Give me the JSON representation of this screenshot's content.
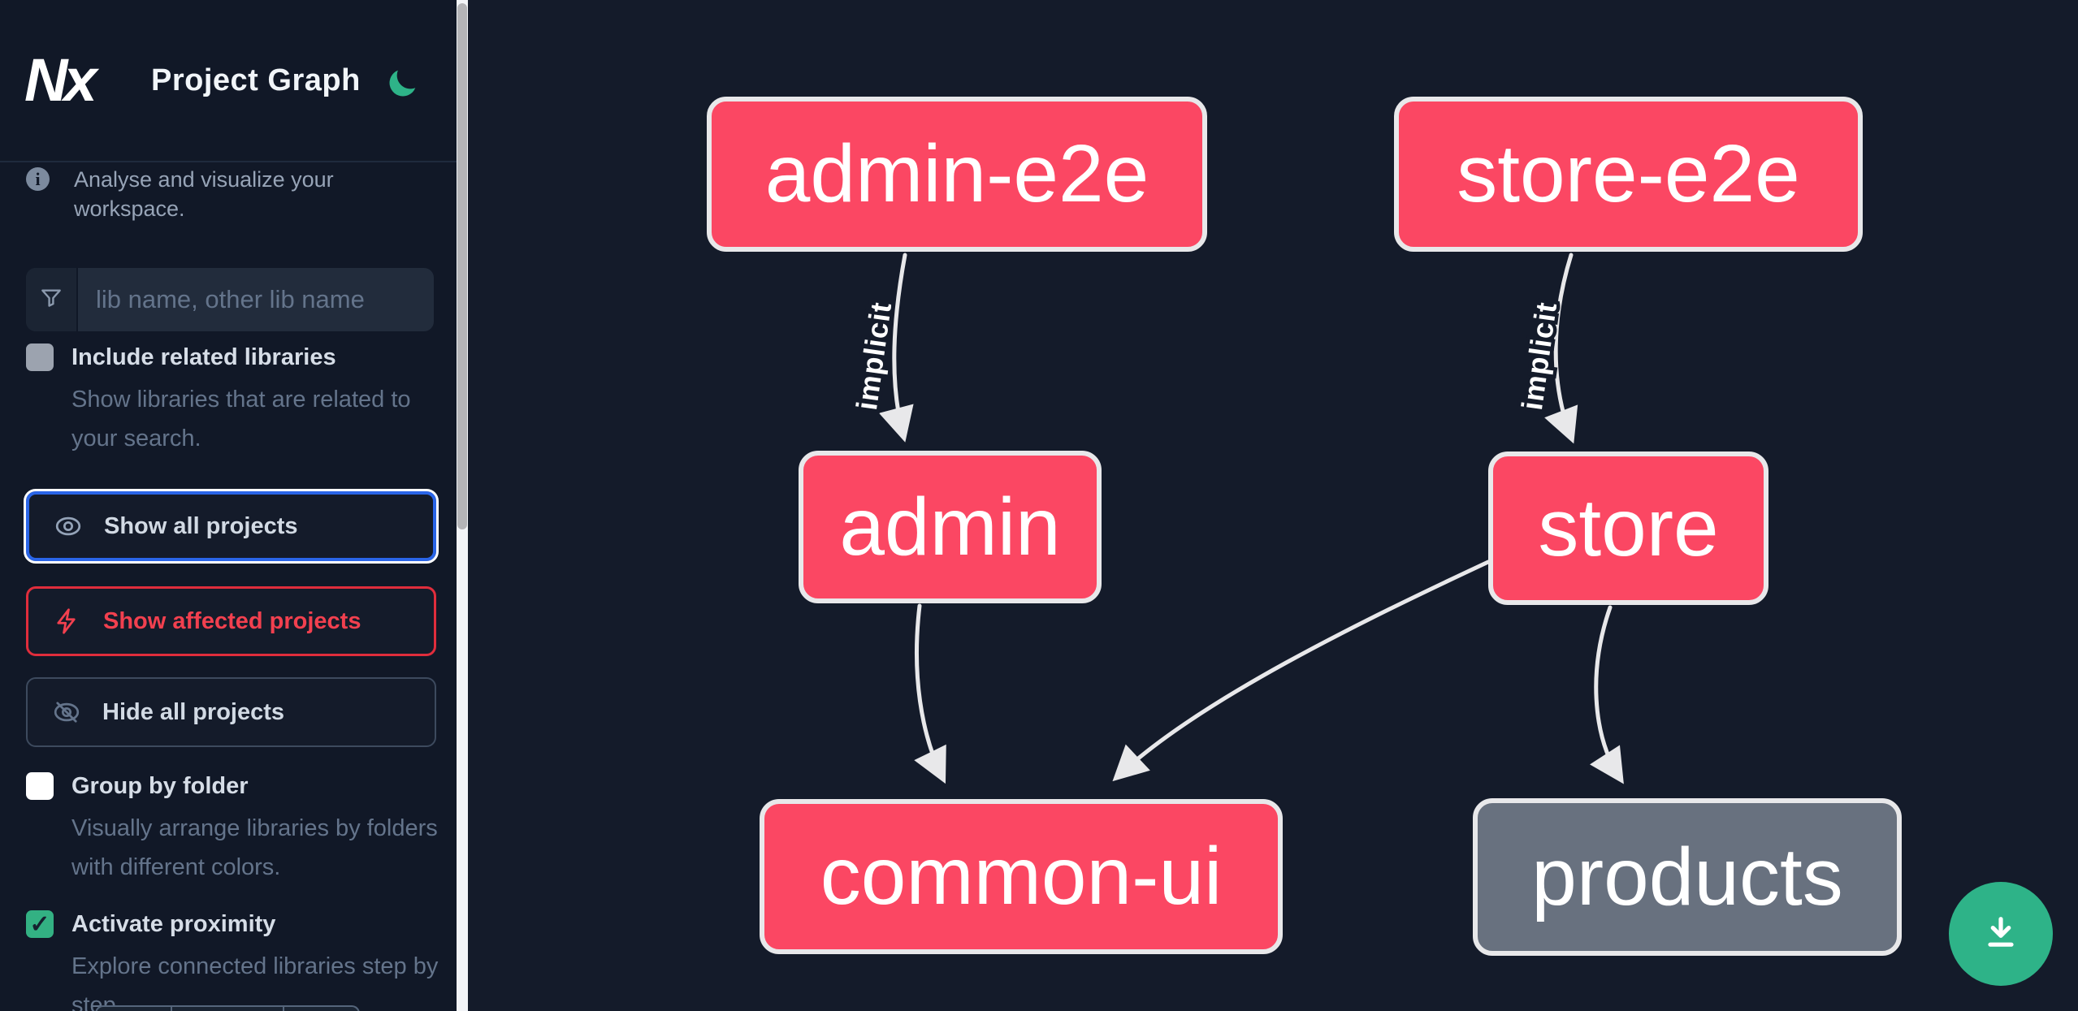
{
  "app": {
    "logo_text": "Nx",
    "title": "Project Graph",
    "theme_icon": "moon-icon"
  },
  "sidebar": {
    "tagline": "Analyse and visualize your workspace.",
    "search_placeholder": "lib name, other lib name",
    "related_checkbox": {
      "label": "Include related libraries",
      "description": "Show libraries that are related to your search.",
      "checked": false,
      "disabled": true
    },
    "buttons": [
      {
        "label": "Show all projects",
        "icon": "eye-icon",
        "state": "focused"
      },
      {
        "label": "Show affected projects",
        "icon": "bolt-icon",
        "state": "affected"
      },
      {
        "label": "Hide all projects",
        "icon": "eye-off-icon",
        "state": "default"
      }
    ],
    "options": [
      {
        "label": "Group by folder",
        "description": "Visually arrange libraries by folders with different colors.",
        "checked": false
      },
      {
        "label": "Activate proximity",
        "description": "Explore connected libraries step by step.",
        "checked": true
      }
    ]
  },
  "graph": {
    "nodes": [
      {
        "id": "admin-e2e",
        "label": "admin-e2e",
        "color": "pink"
      },
      {
        "id": "store-e2e",
        "label": "store-e2e",
        "color": "pink"
      },
      {
        "id": "admin",
        "label": "admin",
        "color": "pink"
      },
      {
        "id": "store",
        "label": "store",
        "color": "pink"
      },
      {
        "id": "common-ui",
        "label": "common-ui",
        "color": "pink"
      },
      {
        "id": "products",
        "label": "products",
        "color": "gray"
      }
    ],
    "edges": [
      {
        "from": "admin-e2e",
        "to": "admin",
        "label": "implicit"
      },
      {
        "from": "store-e2e",
        "to": "store",
        "label": "implicit"
      },
      {
        "from": "admin",
        "to": "common-ui",
        "label": ""
      },
      {
        "from": "store",
        "to": "common-ui",
        "label": ""
      },
      {
        "from": "store",
        "to": "products",
        "label": ""
      }
    ]
  },
  "colors": {
    "node_pink": "#fb4763",
    "node_gray": "#68717f",
    "accent_green": "#2eb388",
    "focus_blue": "#2a65e8",
    "alert_red": "#e02d3c",
    "sidebar_bg": "#111827",
    "canvas_bg": "#141b2a",
    "edge": "#e8e8ea"
  }
}
